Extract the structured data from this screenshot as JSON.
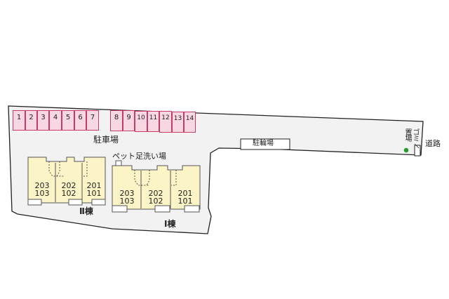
{
  "site_map": {
    "colors": {
      "site_fill": "#f2f2f2",
      "boundary": "#222222",
      "parking_fill": "#f7d7e1",
      "parking_border": "#c83c64",
      "building_fill": "#fbf4c6",
      "building_border": "#444444",
      "trash_dot": "#2a9a2a"
    },
    "parking": {
      "label": "駐車場",
      "left_group": [
        "1",
        "2",
        "3",
        "4",
        "5",
        "6",
        "7"
      ],
      "right_group": [
        "8",
        "9",
        "10",
        "11",
        "12",
        "13",
        "14"
      ]
    },
    "bicycle_parking": {
      "label": "駐輪場"
    },
    "pet_wash": {
      "label": "ペット足洗い場"
    },
    "trash": {
      "label_line1": "ゴミ",
      "label_line2": "置場"
    },
    "road": {
      "label": "道路"
    },
    "buildings": [
      {
        "label": "Ⅱ棟",
        "units": [
          {
            "upper": "203",
            "lower": "103"
          },
          {
            "upper": "202",
            "lower": "102"
          },
          {
            "upper": "201",
            "lower": "101"
          }
        ]
      },
      {
        "label": "Ⅰ棟",
        "units": [
          {
            "upper": "203",
            "lower": "103"
          },
          {
            "upper": "202",
            "lower": "102"
          },
          {
            "upper": "201",
            "lower": "101"
          }
        ]
      }
    ]
  }
}
